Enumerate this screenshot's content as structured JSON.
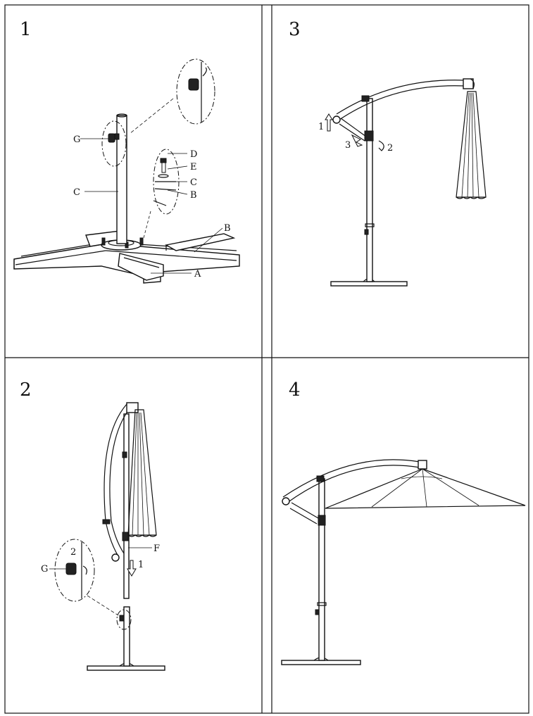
{
  "panels": [
    {
      "step": "1"
    },
    {
      "step": "3"
    },
    {
      "step": "2"
    },
    {
      "step": "4"
    }
  ],
  "panel1_labels": {
    "g": "G",
    "c": "C",
    "d": "D",
    "e": "E",
    "c2": "C",
    "b2": "B",
    "b": "B",
    "a": "A"
  },
  "panel2_labels": {
    "detail": "2",
    "g": "G",
    "f": "F",
    "arrow": "1"
  },
  "panel3_labels": {
    "up": "1",
    "rotate": "2",
    "push": "3"
  },
  "colors": {
    "line": "#111111",
    "background": "#ffffff"
  }
}
